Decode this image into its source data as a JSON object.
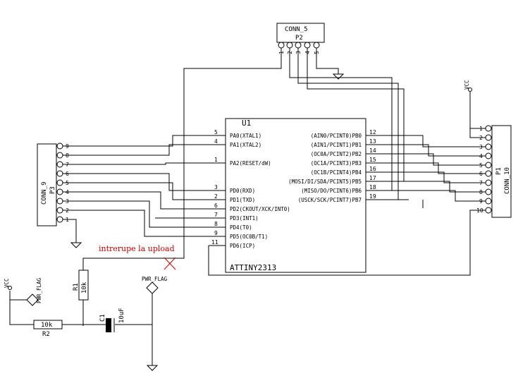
{
  "u1": {
    "ref": "U1",
    "value": "ATTINY2313",
    "left_pins": [
      {
        "num": "5",
        "name": "PA0(XTAL1)"
      },
      {
        "num": "4",
        "name": "PA1(XTAL2)"
      },
      {
        "num": "1",
        "name": "PA2(RESET/dW)"
      },
      {
        "num": "3",
        "name": "PD0(RXD)"
      },
      {
        "num": "2",
        "name": "PD1(TXD)"
      },
      {
        "num": "6",
        "name": "PD2(CKOUT/XCK/INT0)"
      },
      {
        "num": "7",
        "name": "PD3(INT1)"
      },
      {
        "num": "8",
        "name": "PD4(T0)"
      },
      {
        "num": "9",
        "name": "PD5(OC0B/T1)"
      },
      {
        "num": "11",
        "name": "PD6(ICP)"
      }
    ],
    "right_pins": [
      {
        "num": "12",
        "name": "(AIN0/PCINT0)PB0"
      },
      {
        "num": "13",
        "name": "(AIN1/PCINT1)PB1"
      },
      {
        "num": "14",
        "name": "(OC0A/PCINT2)PB2"
      },
      {
        "num": "15",
        "name": "(OC1A/PCINT3)PB3"
      },
      {
        "num": "16",
        "name": "(OC1B/PCINT4)PB4"
      },
      {
        "num": "17",
        "name": "(MOSI/DI/SDA/PCINT5)PB5"
      },
      {
        "num": "18",
        "name": "(MISO/DO/PCINT6)PB6"
      },
      {
        "num": "19",
        "name": "(USCK/SCK/PCINT7)PB7"
      }
    ]
  },
  "p2": {
    "ref": "P2",
    "value": "CONN_5",
    "pins": [
      "1",
      "2",
      "3",
      "4",
      "5"
    ]
  },
  "p3": {
    "ref": "P3",
    "value": "CONN_9",
    "pins": [
      "9",
      "8",
      "7",
      "6",
      "5",
      "4",
      "3",
      "2",
      "1"
    ]
  },
  "p1": {
    "ref": "P1",
    "value": "CONN_10",
    "pins": [
      "1",
      "2",
      "3",
      "4",
      "5",
      "6",
      "7",
      "8",
      "9",
      "10"
    ]
  },
  "r1": {
    "ref": "R1",
    "value": "10k"
  },
  "r2": {
    "ref": "R2",
    "value": "10k"
  },
  "c1": {
    "ref": "C1",
    "value": "10uF"
  },
  "vcc_label": "VCC",
  "pwr_flag_label": "PWR_FLAG",
  "annotation": "intrerupe la upload"
}
